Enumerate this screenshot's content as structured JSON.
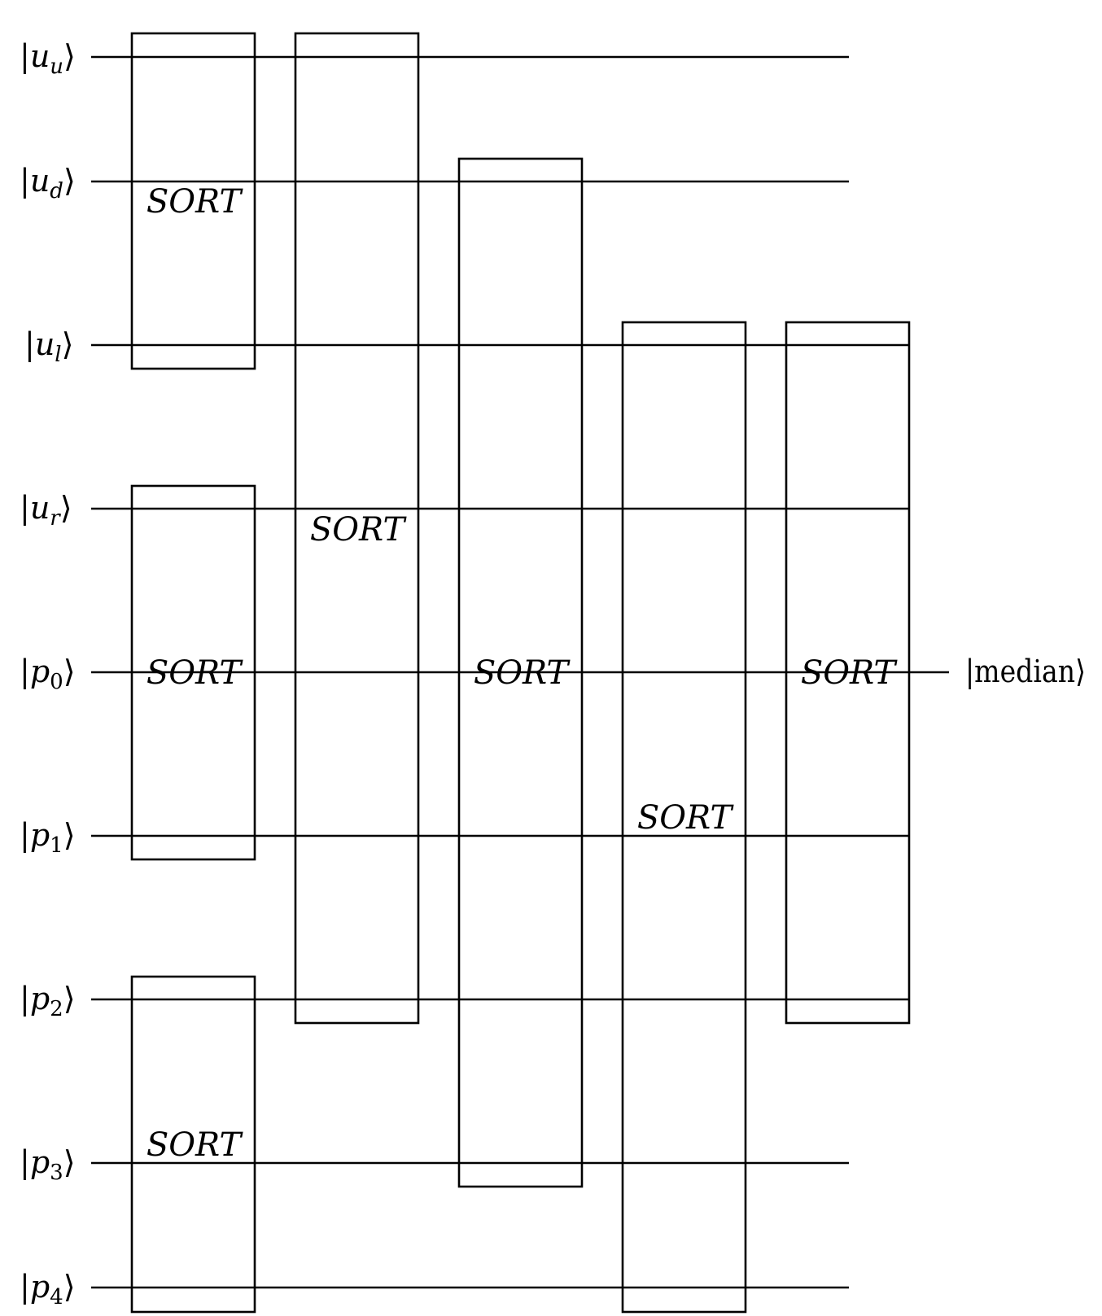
{
  "inputs": [
    {
      "bra": "|",
      "symbol": "u",
      "subscript": "u",
      "ket": "⟩"
    },
    {
      "bra": "|",
      "symbol": "u",
      "subscript": "d",
      "ket": "⟩"
    },
    {
      "bra": "|",
      "symbol": "u",
      "subscript": "l",
      "ket": "⟩"
    },
    {
      "bra": "|",
      "symbol": "u",
      "subscript": "r",
      "ket": "⟩"
    },
    {
      "bra": "|",
      "symbol": "p",
      "subscript": "0",
      "ket": "⟩"
    },
    {
      "bra": "|",
      "symbol": "p",
      "subscript": "1",
      "ket": "⟩"
    },
    {
      "bra": "|",
      "symbol": "p",
      "subscript": "2",
      "ket": "⟩"
    },
    {
      "bra": "|",
      "symbol": "p",
      "subscript": "3",
      "ket": "⟩"
    },
    {
      "bra": "|",
      "symbol": "p",
      "subscript": "4",
      "ket": "⟩"
    }
  ],
  "gates": [
    {
      "label": "SORT",
      "wires": [
        0,
        2
      ]
    },
    {
      "label": "SORT",
      "wires": [
        3,
        5
      ]
    },
    {
      "label": "SORT",
      "wires": [
        6,
        8
      ]
    },
    {
      "label": "SORT",
      "wires": [
        0,
        6
      ]
    },
    {
      "label": "SORT",
      "wires": [
        1,
        7
      ]
    },
    {
      "label": "SORT",
      "wires": [
        2,
        8
      ]
    },
    {
      "label": "SORT",
      "wires": [
        2,
        6
      ]
    }
  ],
  "output": {
    "wire": 4,
    "text": "|median⟩"
  }
}
